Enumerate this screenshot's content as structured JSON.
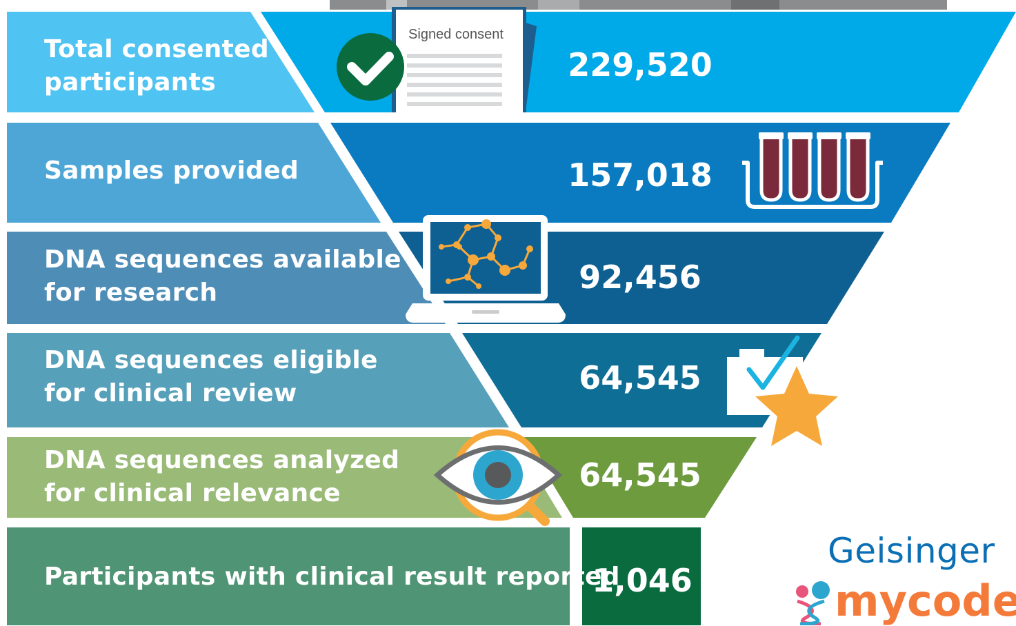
{
  "colors": {
    "row1_left": "#4FC3F1",
    "row1_right": "#00A9E8",
    "row2_left": "#4EA6D6",
    "row2_right": "#0B7BC1",
    "row3_left": "#4E8DB6",
    "row3_right": "#0E5F92",
    "row4_left": "#57A0BA",
    "row4_right": "#0F6E95",
    "row5_left": "#9ABB77",
    "row5_right": "#6D9B3E",
    "row6_left": "#4F9575",
    "row6_right": "#0A6B3F",
    "accent_orange": "#F6A93A",
    "tube_red": "#7A2A3A",
    "geisinger_blue": "#0B6FB5",
    "mycode_orange": "#F47A3A",
    "mycode_pink": "#E8547A"
  },
  "rows": [
    {
      "line1": "Total consented",
      "line2": "participants",
      "value": "229,520"
    },
    {
      "line1": "Samples provided",
      "line2": "",
      "value": "157,018"
    },
    {
      "line1": "DNA sequences available",
      "line2": "for research",
      "value": "92,456"
    },
    {
      "line1": "DNA sequences eligible",
      "line2": "for clinical review",
      "value": "64,545"
    },
    {
      "line1": "DNA sequences analyzed",
      "line2": "for clinical relevance",
      "value": "64,545"
    },
    {
      "line1": "Participants with clinical result reported",
      "line2": "",
      "value": "1,046"
    }
  ],
  "consent_doc": {
    "title": "Signed consent"
  },
  "icons": [
    "check-icon",
    "test-tubes-icon",
    "laptop-molecule-icon",
    "clipboard-check-icon",
    "star-icon",
    "magnifier-eye-icon",
    "dna-logo-icon"
  ],
  "brand": {
    "name": "Geisinger",
    "product": "mycode"
  }
}
